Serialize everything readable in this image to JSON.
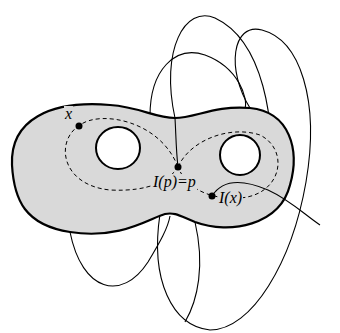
{
  "diagram": {
    "labels": [
      "x",
      "I(p)=p",
      "I(x)"
    ]
  }
}
